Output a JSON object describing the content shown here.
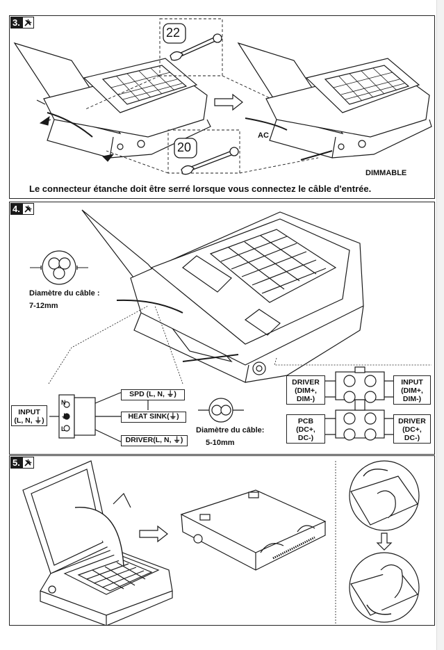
{
  "step3": {
    "number": "3.",
    "tool_icon": "wrench-screwdriver-icon",
    "wrench_top_size": "22",
    "wrench_bottom_size": "20",
    "ac_label": "AC",
    "dimmable_label": "DIMMABLE",
    "caption": "Le connecteur étanche doit être serré lorsque vous connectez le câble d'entrée."
  },
  "step4": {
    "number": "4.",
    "tool_icon": "wrench-screwdriver-icon",
    "cable_large": {
      "line1": "Diamètre du câble :",
      "line2": "7-12mm"
    },
    "cable_small": {
      "line1": "Diamètre du câble:",
      "line2": "5-10mm"
    },
    "terminal": {
      "input": [
        "INPUT",
        "(L, N, ⏚)"
      ],
      "spd": "SPD (L, N, ⏚)",
      "heat_sink": "HEAT SINK(⏚)",
      "driver": "DRIVER(L, N, ⏚)",
      "pins": [
        "N",
        "⏚",
        "L"
      ]
    },
    "dim_wiring": {
      "driver_dim": [
        "DRIVER",
        "(DIM+,",
        "DIM-)"
      ],
      "input_dim": [
        "INPUT",
        "(DIM+,",
        "DIM-)"
      ],
      "pcb_dc": [
        "PCB",
        "(DC+,",
        "DC-)"
      ],
      "driver_dc": [
        "DRIVER",
        "(DC+,",
        "DC-)"
      ],
      "polarity": [
        "-",
        "+"
      ]
    }
  },
  "step5": {
    "number": "5.",
    "tool_icon": "wrench-screwdriver-icon"
  },
  "colors": {
    "ink": "#1a1a1a",
    "panel": "#ffffff",
    "cell": "#ffffff",
    "strip": "#f2f2f2"
  }
}
